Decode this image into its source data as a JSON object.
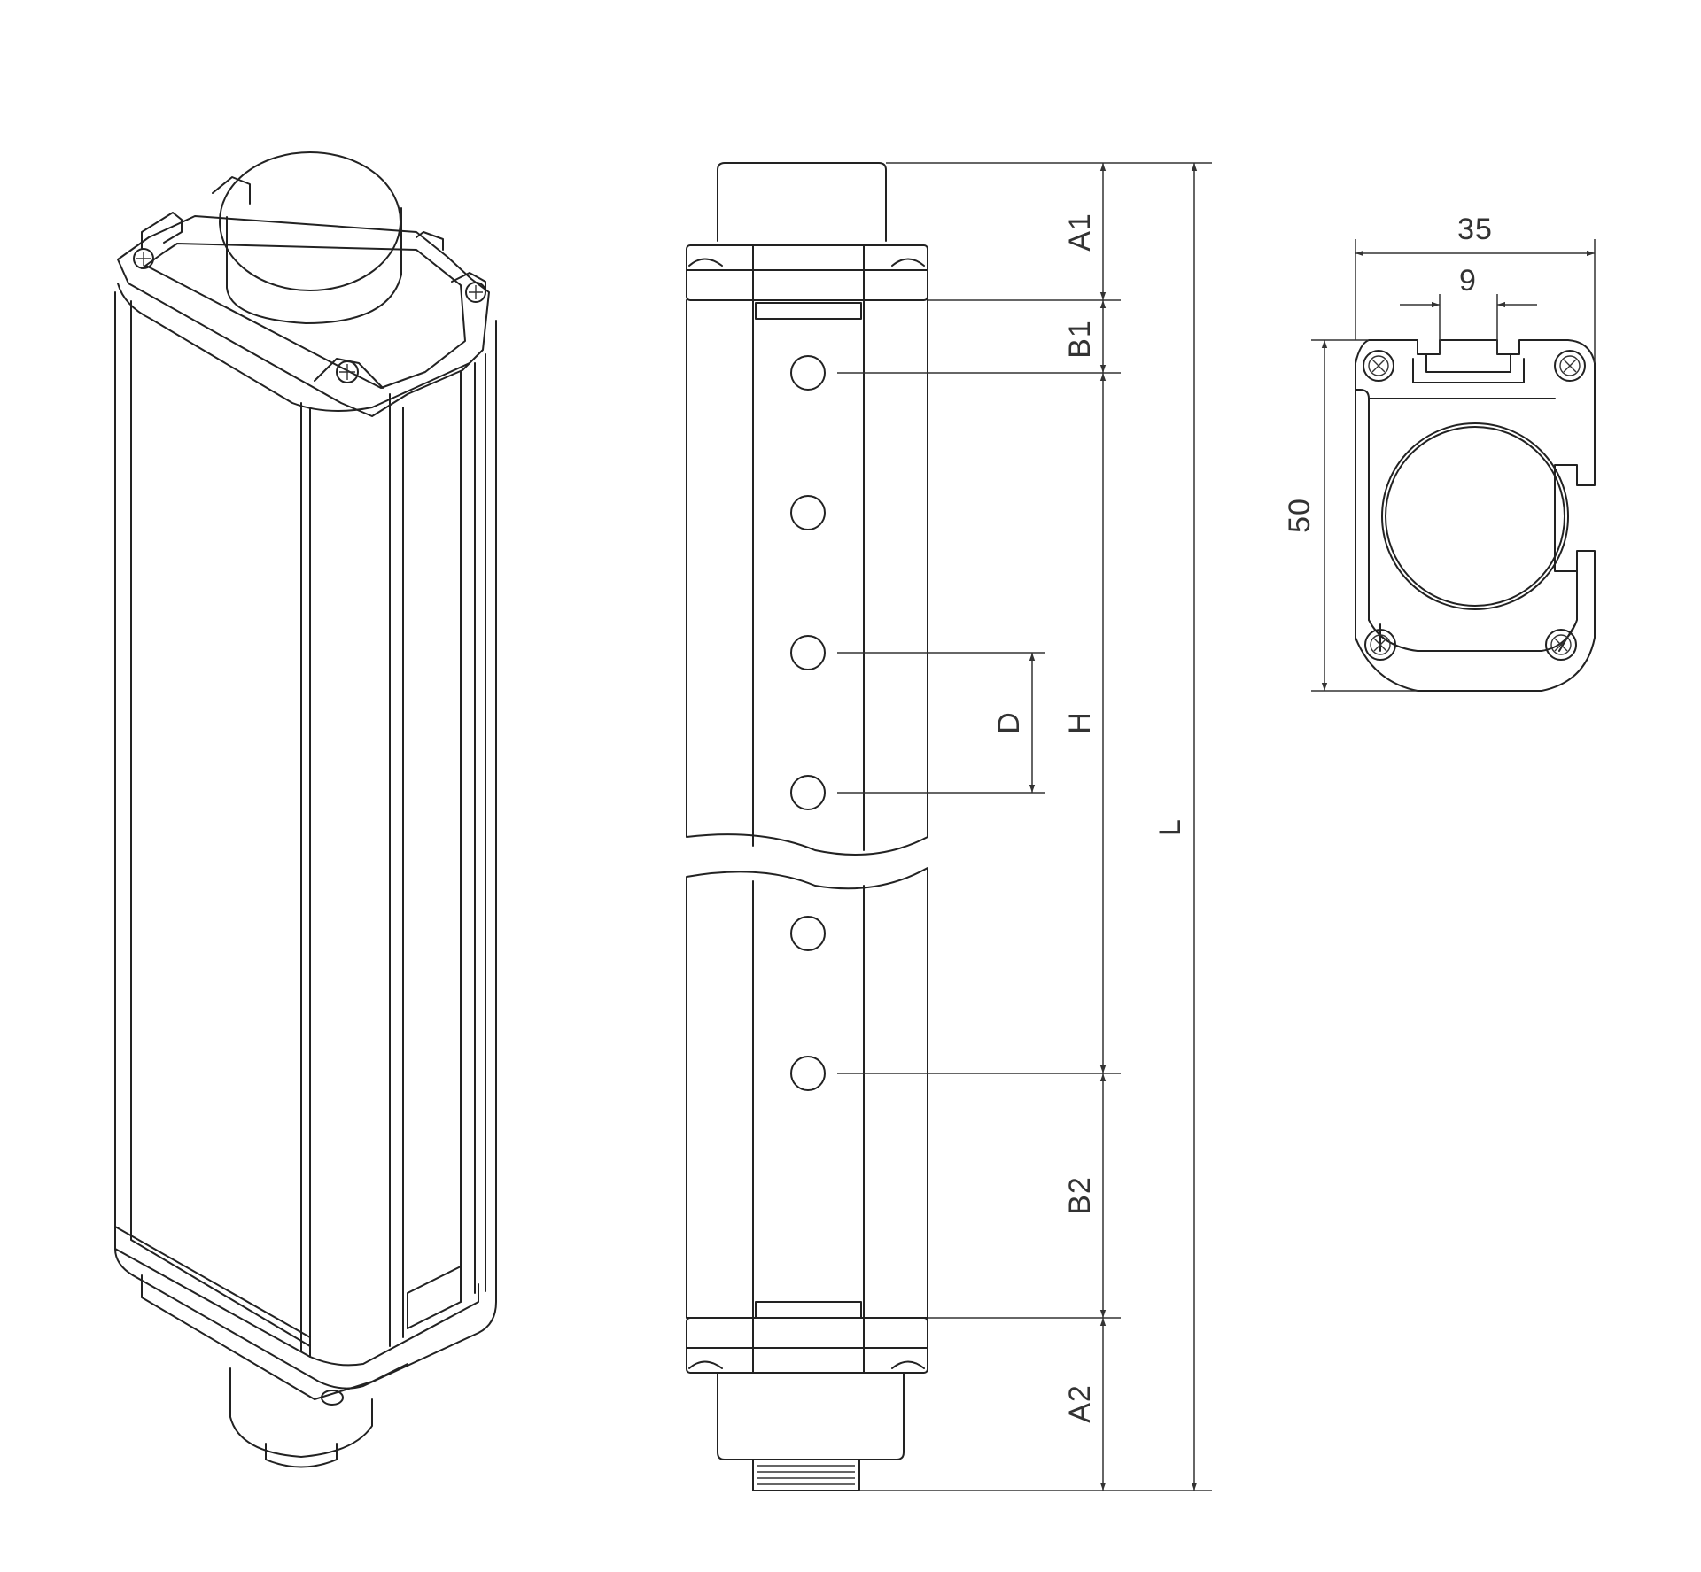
{
  "labels": {
    "a1": "A1",
    "b1": "B1",
    "h": "H",
    "d": "D",
    "l": "L",
    "b2": "B2",
    "a2": "A2",
    "width": "35",
    "slot": "9",
    "depth": "50"
  },
  "colors": {
    "line": "#222222",
    "background": "#ffffff"
  }
}
